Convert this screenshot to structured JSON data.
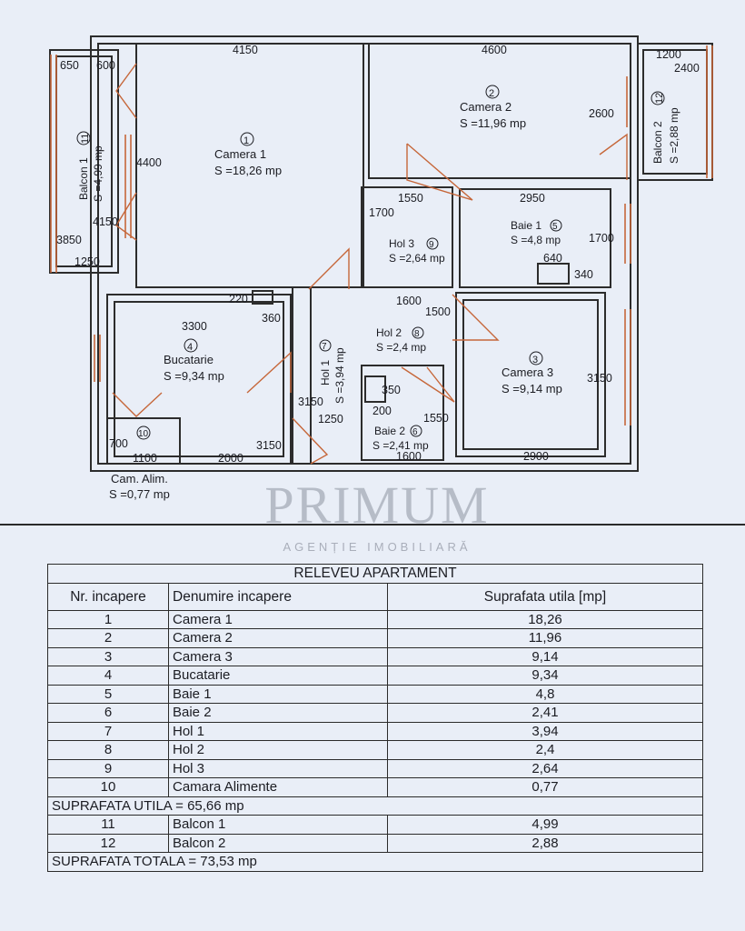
{
  "plan": {
    "dimensions": [
      "4150",
      "4600",
      "1200",
      "2400",
      "650",
      "600",
      "4400",
      "4150",
      "3850",
      "1250",
      "2600",
      "1550",
      "2950",
      "1700",
      "1700",
      "640",
      "340",
      "220",
      "360",
      "3300",
      "1600",
      "1500",
      "3150",
      "3150",
      "1250",
      "350",
      "200",
      "1550",
      "1600",
      "2900",
      "700",
      "1100",
      "2000",
      "3150"
    ],
    "rooms": [
      {
        "num": "1",
        "name": "Camera 1",
        "area": "S =18,26 mp"
      },
      {
        "num": "2",
        "name": "Camera 2",
        "area": "S =11,96 mp"
      },
      {
        "num": "3",
        "name": "Camera 3",
        "area": "S =9,14 mp"
      },
      {
        "num": "4",
        "name": "Bucatarie",
        "area": "S =9,34 mp"
      },
      {
        "num": "5",
        "name": "Baie 1",
        "area": "S =4,8 mp"
      },
      {
        "num": "6",
        "name": "Baie 2",
        "area": "S =2,41 mp"
      },
      {
        "num": "7",
        "name": "Hol 1",
        "area": "S =3,94 mp"
      },
      {
        "num": "8",
        "name": "Hol 2",
        "area": "S =2,4 mp"
      },
      {
        "num": "9",
        "name": "Hol 3",
        "area": "S =2,64 mp"
      },
      {
        "num": "10",
        "name": "Cam. Alim.",
        "area": "S =0,77 mp"
      },
      {
        "num": "11",
        "name": "Balcon 1",
        "area": "S =4,99 mp"
      },
      {
        "num": "12",
        "name": "Balcon 2",
        "area": "S =2,88 mp"
      }
    ]
  },
  "watermark": {
    "brand": "PRIMUM",
    "tagline": "AGENȚIE IMOBILIARĂ"
  },
  "table": {
    "title": "RELEVEU APARTAMENT",
    "headers": [
      "Nr. incapere",
      "Denumire incapere",
      "Suprafata utila [mp]"
    ],
    "rows": [
      [
        "1",
        "Camera 1",
        "18,26"
      ],
      [
        "2",
        "Camera 2",
        "11,96"
      ],
      [
        "3",
        "Camera 3",
        "9,14"
      ],
      [
        "4",
        "Bucatarie",
        "9,34"
      ],
      [
        "5",
        "Baie 1",
        "4,8"
      ],
      [
        "6",
        "Baie 2",
        "2,41"
      ],
      [
        "7",
        "Hol 1",
        "3,94"
      ],
      [
        "8",
        "Hol 2",
        "2,4"
      ],
      [
        "9",
        "Hol 3",
        "2,64"
      ],
      [
        "10",
        "Camara Alimente",
        "0,77"
      ]
    ],
    "subtotal": "SUPRAFATA UTILA = 65,66 mp",
    "balcony_rows": [
      [
        "11",
        "Balcon 1",
        "4,99"
      ],
      [
        "12",
        "Balcon 2",
        "2,88"
      ]
    ],
    "total": "SUPRAFATA TOTALA = 73,53 mp"
  }
}
